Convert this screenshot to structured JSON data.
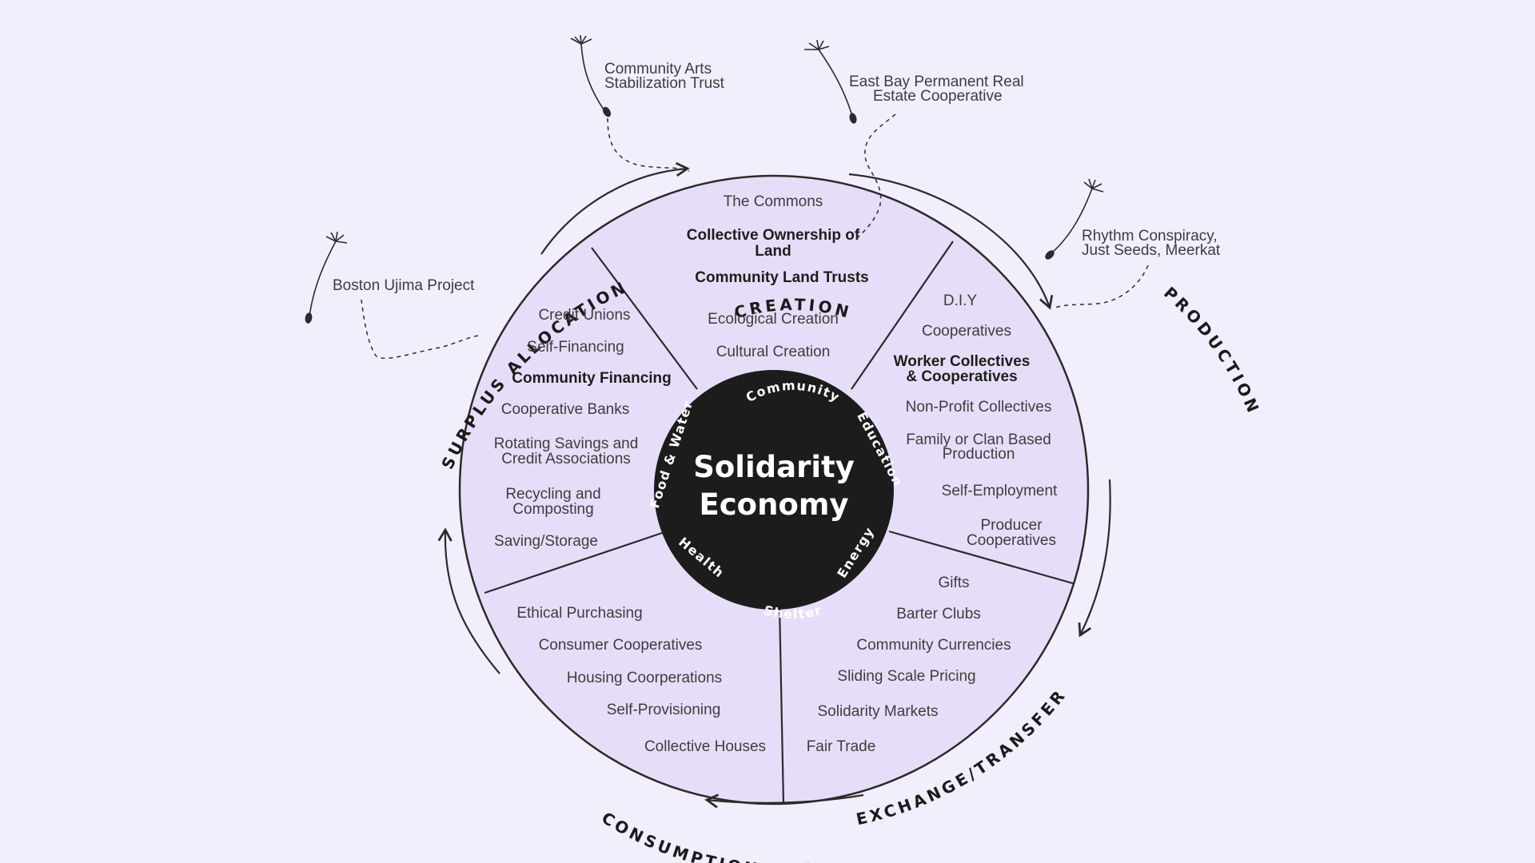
{
  "center": {
    "title_line1": "Solidarity",
    "title_line2": "Economy",
    "ring_labels": {
      "community": "Community",
      "education": "Education",
      "energy": "Energy",
      "shelter": "Shelter",
      "health": "Health",
      "food_water": "Food & Water"
    }
  },
  "stages": {
    "creation": "CREATION",
    "production": "PRODUCTION",
    "exchange": "EXCHANGE/TRANSFER",
    "consumption": "CONSUMPTION/USE",
    "surplus": "SURPLUS ALLOCATION"
  },
  "creation": {
    "items": [
      "The Commons",
      "Ecological Creation",
      "Cultural Creation"
    ],
    "bold": [
      "Collective Ownership of",
      "Land",
      "Community Land Trusts"
    ]
  },
  "production": {
    "items": [
      "D.I.Y",
      "Cooperatives",
      "Non-Profit Collectives",
      "Family or Clan Based",
      "Production",
      "Self-Employment",
      "Producer",
      "Cooperatives"
    ],
    "bold": [
      "Worker Collectives",
      "& Cooperatives"
    ]
  },
  "exchange": {
    "items": [
      "Gifts",
      "Barter Clubs",
      "Community Currencies",
      "Sliding Scale Pricing",
      "Solidarity Markets",
      "Fair Trade"
    ]
  },
  "consumption": {
    "items": [
      "Ethical Purchasing",
      "Consumer Cooperatives",
      "Housing Coorperations",
      "Self-Provisioning",
      "Collective Houses"
    ]
  },
  "surplus": {
    "items": [
      "Credit Unions",
      "Self-Financing",
      "Cooperative Banks",
      "Rotating Savings and",
      "Credit Associations",
      "Recycling and",
      "Composting",
      "Saving/Storage"
    ],
    "bold": [
      "Community Financing"
    ]
  },
  "examples": {
    "arts": [
      "Community Arts",
      "Stabilization Trust"
    ],
    "eastbay": [
      "East Bay Permanent Real",
      "Estate Cooperative"
    ],
    "rhythm": [
      "Rhythm Conspiracy,",
      "Just Seeds, Meerkat"
    ],
    "ujima": [
      "Boston Ujima Project"
    ]
  },
  "colors": {
    "background": "#f2eefc",
    "wheel_fill": "#e6def9",
    "center_fill": "#1c1c1c",
    "line": "#2b2b2b"
  }
}
